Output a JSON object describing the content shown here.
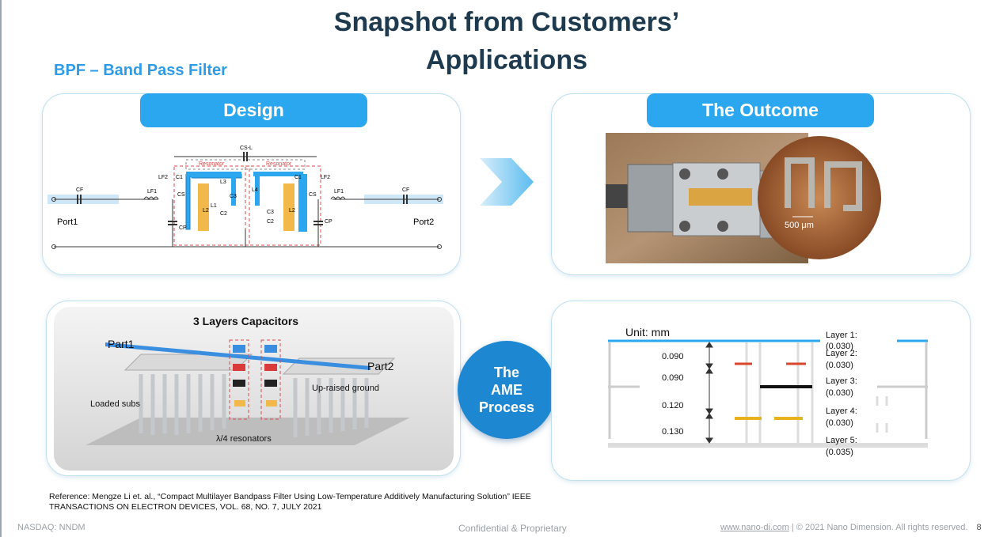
{
  "slide": {
    "title_line1": "Snapshot from Customers’",
    "title_line2": "Applications",
    "subtitle": "BPF – Band Pass Filter"
  },
  "design": {
    "tab_label": "Design",
    "port1": "Port1",
    "port2": "Port2",
    "resonator_label": "Resonator",
    "labels": {
      "cf": "CF",
      "csl": "CS-L",
      "lf1": "LF1",
      "lf2": "LF2",
      "c1": "C1",
      "cs": "CS",
      "l1": "L1",
      "l2": "L2",
      "l3": "L3",
      "l4": "L4",
      "c2": "C2",
      "c3": "C3",
      "cp": "CP"
    }
  },
  "outcome": {
    "tab_label": "The Outcome",
    "scale_label": "500 μm"
  },
  "model": {
    "heading": "3 Layers Capacitors",
    "part1": "Part1",
    "part2": "Part2",
    "loaded_subs": "Loaded subs",
    "up_raised_ground": "Up-raised ground",
    "resonators": "λ/4 resonators"
  },
  "process": {
    "line1": "The",
    "line2": "AME",
    "line3": "Process"
  },
  "stack": {
    "unit": "Unit: mm",
    "thicknesses": [
      "0.090",
      "0.090",
      "0.120",
      "0.130"
    ],
    "layers": [
      {
        "name": "Layer 1:",
        "value": "(0.030)"
      },
      {
        "name": "Layer 2:",
        "value": "(0.030)"
      },
      {
        "name": "Layer 3:",
        "value": "(0.030)"
      },
      {
        "name": "Layer 4:",
        "value": "(0.030)"
      },
      {
        "name": "Layer 5:",
        "value": "(0.035)"
      }
    ],
    "colors": {
      "layer1": "#2aa7ee",
      "layer2": "#d9472b",
      "layer3": "#111111",
      "layer4": "#e8b21c"
    }
  },
  "reference": {
    "line1": "Reference: Mengze Li et. al., “Compact Multilayer Bandpass Filter Using Low-Temperature Additively Manufacturing Solution”  IEEE",
    "line2": "TRANSACTIONS ON ELECTRON DEVICES, VOL. 68, NO. 7, JULY 2021"
  },
  "footer": {
    "ticker": "NASDAQ: NNDM",
    "confidential": "Confidential & Proprietary",
    "website": "www.nano-di.com",
    "copyright": " | © 2021 Nano Dimension. All rights reserved.",
    "page": "8"
  },
  "theme": {
    "accent": "#2aa7ee",
    "title": "#1e3a4f",
    "circle": "#1e87d2"
  }
}
